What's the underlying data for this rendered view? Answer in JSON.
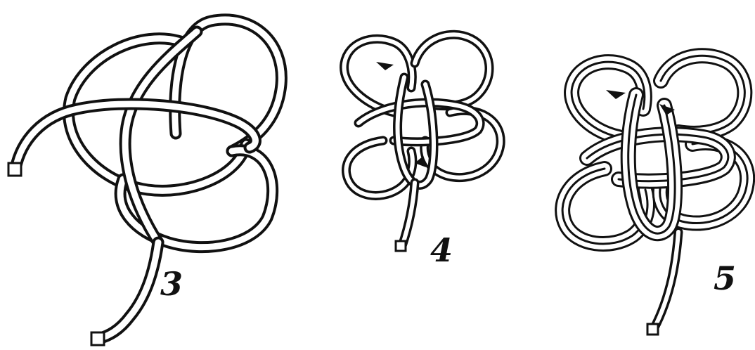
{
  "diagram": {
    "steps": [
      {
        "id": "step-3",
        "label": "3"
      },
      {
        "id": "step-4",
        "label": "4"
      },
      {
        "id": "step-5",
        "label": "5"
      }
    ]
  },
  "colors": {
    "cord_outline": "#111111",
    "cord_fill": "#ffffff",
    "background": "#ffffff"
  }
}
